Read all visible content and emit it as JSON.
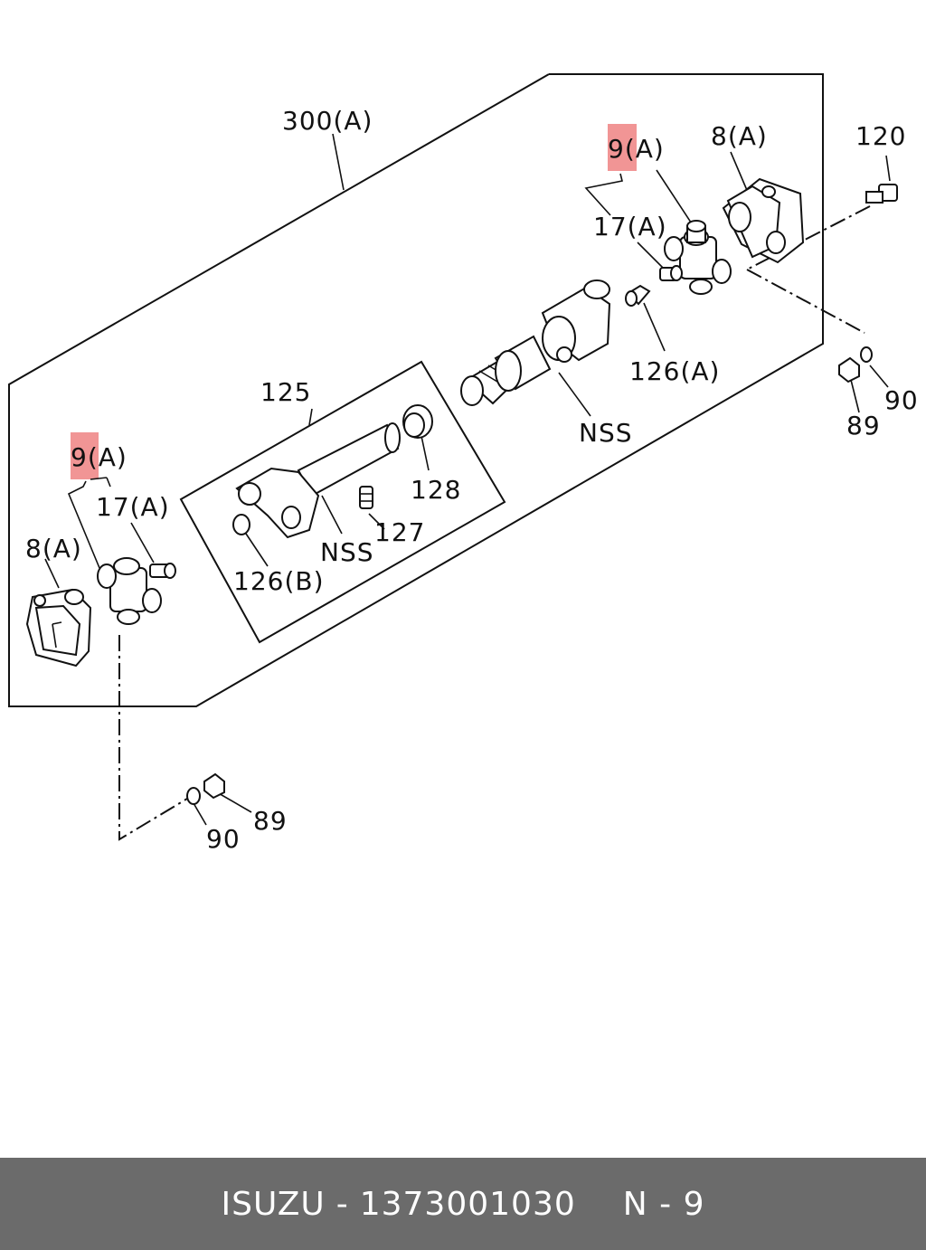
{
  "diagram": {
    "labels": {
      "assembly": "300(A)",
      "cross_kit_rear": "9(A)",
      "cross_kit_front": "9(A)",
      "flange_rear": "8(A)",
      "flange_front": "8(A)",
      "bolt": "120",
      "grease_fitting_rear": "17(A)",
      "grease_fitting_front": "17(A)",
      "plug_a": "126(A)",
      "plug_b": "126(B)",
      "nss_yoke": "NSS",
      "nss_tube": "NSS",
      "tube": "125",
      "seal": "128",
      "fitting_127": "127",
      "nut_upper": "89",
      "washer_upper": "90",
      "nut_lower": "89",
      "washer_lower": "90"
    },
    "highlight_color": "#f08a8a"
  },
  "footer": {
    "brand": "ISUZU",
    "separator": "-",
    "part_number": "1373001030",
    "page_ref": "N - 9",
    "background": "#6b6b6b"
  }
}
